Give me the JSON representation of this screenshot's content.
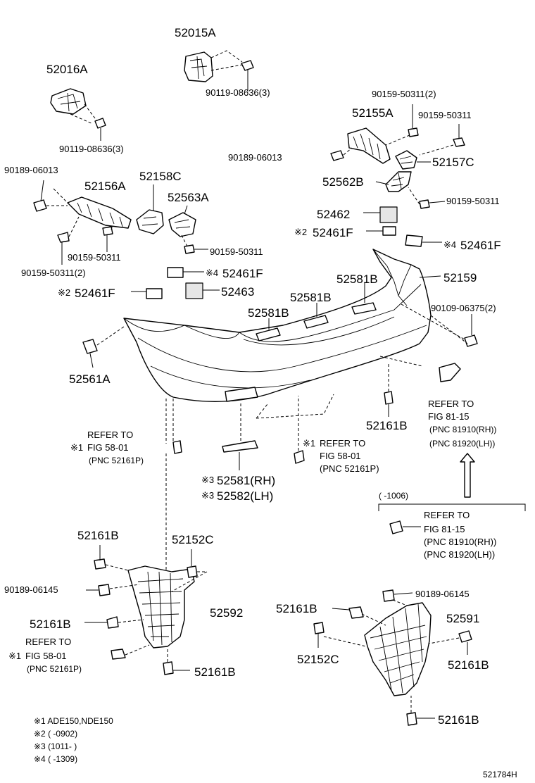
{
  "labels": {
    "p52015A": "52015A",
    "p52016A": "52016A",
    "b90119_1": "90119-08636(3)",
    "b90119_2": "90119-08636(3)",
    "b90159_50311_2a": "90159-50311(2)",
    "p52155A": "52155A",
    "b90159_50311_a": "90159-50311",
    "b90189_06013_a": "90189-06013",
    "p52157C": "52157C",
    "b90189_06013_b": "90189-06013",
    "p52156A": "52156A",
    "p52158C": "52158C",
    "p52563A": "52563A",
    "p52562B": "52562B",
    "b90159_50311_b": "90159-50311",
    "p52462": "52462",
    "m2a": "※2",
    "p52461F_a": "52461F",
    "m4a": "※4",
    "p52461F_b": "52461F",
    "b90159_50311_c": "90159-50311",
    "b90159_50311_d": "90159-50311",
    "b90159_50311_2b": "90159-50311(2)",
    "m4b": "※4",
    "p52461F_c": "52461F",
    "p52581B_a": "52581B",
    "p52159": "52159",
    "m2b": "※2",
    "p52461F_d": "52461F",
    "p52463": "52463",
    "p52581B_b": "52581B",
    "b90109": "90109-06375(2)",
    "p52581B_c": "52581B",
    "p52561A": "52561A",
    "ref1": "REFER TO",
    "ref1b": "FIG 81-15",
    "ref1c": "(PNC 81910(RH))",
    "ref1d": "(PNC 81920(LH))",
    "p52161B_a": "52161B",
    "ref2": "REFER TO",
    "m1a": "※1",
    "ref2b": "FIG 58-01",
    "ref2c": "(PNC 52161P)",
    "m1b": "※1",
    "ref3": "REFER TO",
    "ref3b": "FIG 58-01",
    "ref3c": "(PNC 52161P)",
    "m3a": "※3",
    "p52581RH": "52581(RH)",
    "m3b": "※3",
    "p52582LH": "52582(LH)",
    "range1006": "(      -1006)",
    "ref4": "REFER TO",
    "ref4b": "FIG 81-15",
    "ref4c": "(PNC 81910(RH))",
    "ref4d": "(PNC 81920(LH))",
    "p52161B_b": "52161B",
    "p52152C_a": "52152C",
    "b90189_06145_a": "90189-06145",
    "b90189_06145_b": "90189-06145",
    "p52592": "52592",
    "p52161B_c": "52161B",
    "p52591": "52591",
    "p52161B_d": "52161B",
    "ref5": "REFER TO",
    "m1c": "※1",
    "ref5b": "FIG 58-01",
    "ref5c": "(PNC 52161P)",
    "p52152C_b": "52152C",
    "p52161B_e": "52161B",
    "p52161B_f": "52161B",
    "p52161B_g": "52161B"
  },
  "notes": [
    "※1 ADE150,NDE150",
    "※2 (      -0902)",
    "※3 (1011-      )",
    "※4 (      -1309)"
  ],
  "figure_id": "521784H"
}
